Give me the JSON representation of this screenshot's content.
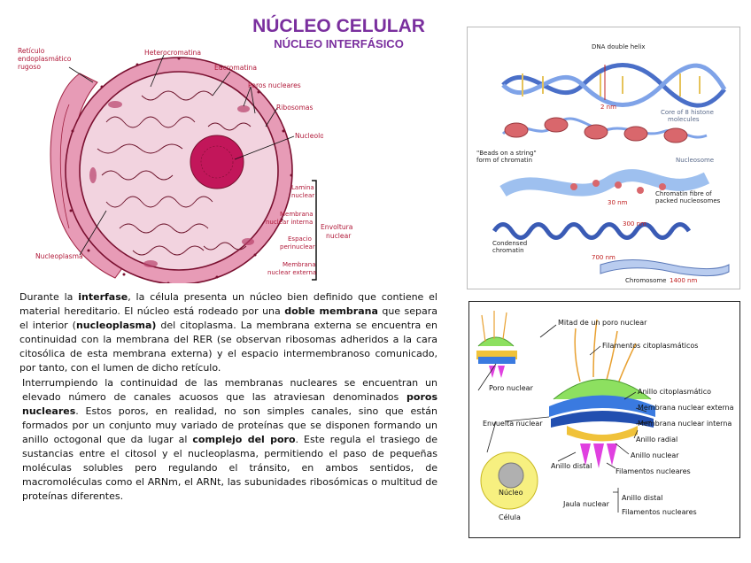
{
  "header": {
    "title": "NÚCLEO CELULAR",
    "subtitle": "NÚCLEO INTERFÁSICO"
  },
  "figure_nucleus": {
    "labels": {
      "rer": [
        "Retículo",
        "endoplasmático",
        "rugoso"
      ],
      "heterochromatin": "Heterocromatina",
      "euchromatin": "Eucromatina",
      "pores": "Poros nucleares",
      "ribosomes": "Ribosomas",
      "nucleolus": "Nucleolo",
      "lamina": [
        "Lamina",
        "nuclear"
      ],
      "inner_membrane": [
        "Membrana",
        "nuclear interna"
      ],
      "perinuclear_space": [
        "Espacio",
        "perinuclear"
      ],
      "outer_membrane": [
        "Membrana",
        "nuclear externa"
      ],
      "envelope": [
        "Envoltura",
        "nuclear"
      ],
      "nucleoplasm": "Nucleoplasma"
    },
    "colors": {
      "membrane": "#e79bb6",
      "nucleoplasm": "#f2d3df",
      "nucleolus": "#c2165a",
      "label": "#b01838"
    }
  },
  "figure_dna": {
    "labels": {
      "helix": "DNA double helix",
      "nm2": "2 nm",
      "core": [
        "Core of 8 histone",
        "molecules"
      ],
      "beads": [
        "\"Beads on a string\"",
        "form of chromatin"
      ],
      "nucleosome": "Nucleosome",
      "nm30": "30 nm",
      "fibre": [
        "Chromatin fibre of",
        "packed nucleosomes"
      ],
      "nm300": "300 nm",
      "condensed": [
        "Condensed",
        "chromatin"
      ],
      "nm700": "700 nm",
      "chromosome": "Chromosome",
      "nm1400": "1400 nm"
    }
  },
  "figure_pore": {
    "labels": {
      "half_pore": "Mitad de un poro nuclear",
      "cyto_filaments": "Filamentos citoplasmáticos",
      "pore": "Poro nuclear",
      "envelope": "Envuelta nuclear",
      "cyto_ring": "Anillo citoplasmático",
      "outer_membrane": "Membrana nuclear externa",
      "inner_membrane": "Membrana nuclear interna",
      "radial_ring": "Anillo radial",
      "distal_ring": "Anillo distal",
      "nuclear_ring": "Anillo nuclear",
      "nuclear_filaments": "Filamentos nucleares",
      "nucleus": "Núcleo",
      "cell": "Célula",
      "cage": "Jaula nuclear",
      "cage_distal": "Anillo distal",
      "cage_filaments": "Filamentos nucleares"
    }
  },
  "body": {
    "p1": [
      "Durante la ",
      "interfase",
      ", la célula presenta un núcleo bien definido que contiene el material hereditario. El núcleo está rodeado por una ",
      "doble membrana",
      " que separa el interior (",
      "nucleoplasma)",
      " del citoplasma. La membrana externa se encuentra en continuidad con la membrana del RER (se observan ribosomas adheridos a la cara citosólica de esta membrana externa) y el espacio intermembranoso comunicado, por tanto, con el lumen de dicho retículo."
    ],
    "p2": [
      "Interrumpiendo la continuidad de las membranas nucleares se encuentran un elevado número de canales acuosos que las atraviesan denominados ",
      "poros nucleares",
      ". Estos poros, en realidad, no son simples canales, sino que están formados por un conjunto muy variado de proteínas que se disponen formando un anillo octogonal que da lugar al ",
      "complejo del poro",
      ". Este regula el trasiego de sustancias entre el citosol y el nucleoplasma, permitiendo el paso de pequeñas moléculas solubles pero regulando el tránsito, en ambos sentidos, de macromoléculas como el ARNm, el ARNt, las subunidades ribosómicas o multitud de proteínas diferentes."
    ]
  }
}
